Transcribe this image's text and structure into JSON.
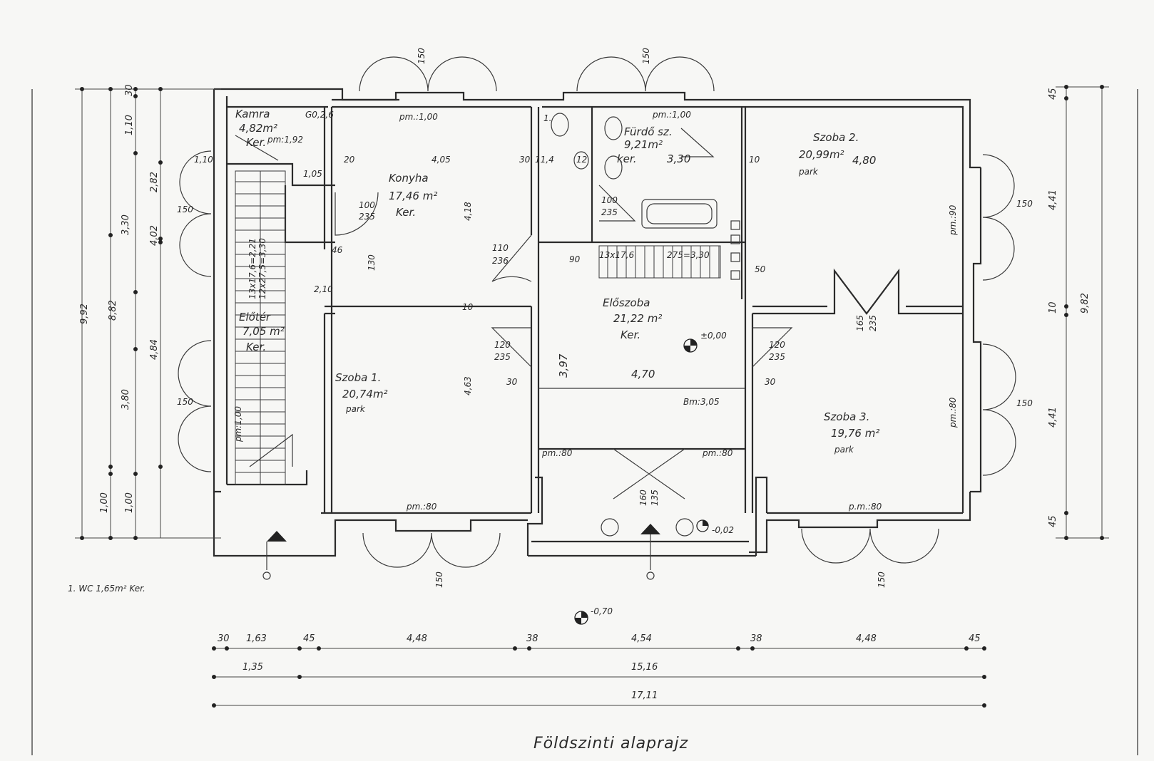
{
  "title": "Földszinti alaprajz",
  "footnote": "1. WC 1,65m² Ker.",
  "rooms": {
    "kamra": {
      "name": "Kamra",
      "area": "4,82m²",
      "floor": "Ker.",
      "extra": "pm:1,92",
      "code": "G0,2,6"
    },
    "konyha": {
      "name": "Konyha",
      "area": "17,46 m²",
      "floor": "Ker."
    },
    "furdo": {
      "name": "Fürdő sz.",
      "area": "9,21m²",
      "floor": "ker.",
      "dim": "3,30"
    },
    "szoba2": {
      "name": "Szoba 2.",
      "area": "20,99m²",
      "floor": "park",
      "dim": "4,80"
    },
    "eloter": {
      "name": "Előtér",
      "area": "7,05 m²",
      "floor": "Ker."
    },
    "szoba1": {
      "name": "Szoba 1.",
      "area": "20,74m²",
      "floor": "park"
    },
    "eloszoba": {
      "name": "Előszoba",
      "area": "21,22 m²",
      "floor": "Ker.",
      "level": "±0,00"
    },
    "szoba3": {
      "name": "Szoba 3.",
      "area": "19,76 m²",
      "floor": "park"
    }
  },
  "annotations": {
    "pm_konyha": "pm.:1,00",
    "pm_furdo": "pm.:1,00",
    "pm_szoba1": "pm.:80",
    "pm_szoba3": "p.m.:80",
    "pm_entry_left": "pm.:80",
    "pm_entry_right": "pm.:80",
    "pm_eloter": "pm:1,00",
    "pm_sz2": "pm.:90",
    "pm_sz3": "pm.:80",
    "bm": "Bm:3,05",
    "level_out": "-0,70",
    "level_step": "-0,02",
    "stair_left": "13x17,6=2,21",
    "stair_left2": "12x27,5=3,30",
    "stair_mid": "13x17,6",
    "stair_mid2": "275=3,30",
    "wc": "1.",
    "h_397": "3,97",
    "w_470": "4,70",
    "w_405": "4,05",
    "w_463": "4,63",
    "w_418": "4,18",
    "w_105": "1,05",
    "w_210": "2,10",
    "w_110": "1,10",
    "w_20": "20",
    "w_30": "30",
    "w_114": "11,4",
    "w_12": "12",
    "w_10": "10",
    "w_50": "50",
    "d_100_235": [
      "100",
      "235"
    ],
    "d_110_236": [
      "110",
      "236"
    ],
    "d_120_235": [
      "120",
      "235"
    ],
    "d_165_235": [
      "165",
      "235"
    ],
    "d_160_135": [
      "160",
      "135"
    ],
    "d_150": "150",
    "d_90": "90",
    "d_130": "130",
    "d_46": "46"
  },
  "dims_left": {
    "outer": "9,92",
    "mid": "8,82",
    "segs": [
      "30",
      "1,10",
      "2,82",
      "3,30",
      "4,02",
      "4,84",
      "3,80",
      "1,00",
      "1,00"
    ]
  },
  "dims_right": {
    "total": "9,82",
    "segs": [
      "45",
      "4,41",
      "10",
      "4,41",
      "45"
    ]
  },
  "dims_bottom": {
    "row1": [
      "30",
      "1,63",
      "45",
      "4,48",
      "38",
      "4,54",
      "38",
      "4,48",
      "45"
    ],
    "row2": [
      "1,35",
      "15,16"
    ],
    "row3": "17,11"
  }
}
